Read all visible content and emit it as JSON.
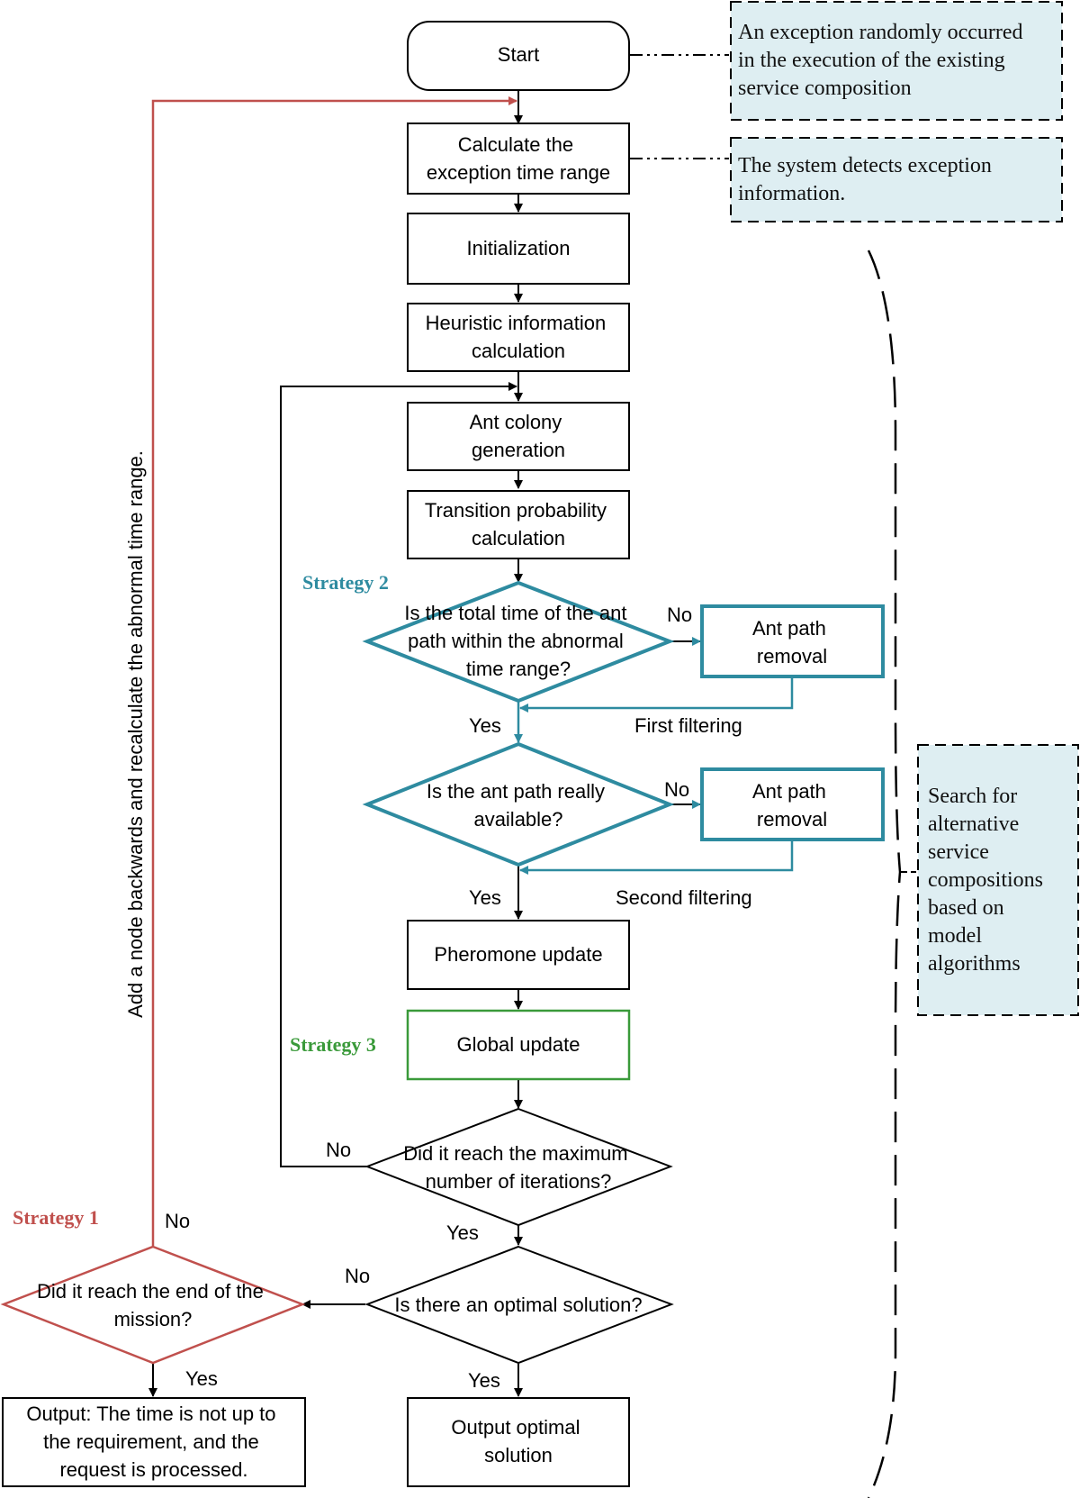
{
  "nodes": {
    "start": "Start",
    "calc_range": [
      "Calculate the",
      "exception time range"
    ],
    "init": "Initialization",
    "heuristic": [
      "Heuristic information",
      "calculation"
    ],
    "ant_gen": [
      "Ant colony",
      "generation"
    ],
    "transition": [
      "Transition probability",
      "calculation"
    ],
    "decision_total_time": [
      "Is the total time of the ant",
      "path within the abnormal",
      "time range?"
    ],
    "removal_1": [
      "Ant path",
      "removal"
    ],
    "decision_available": [
      "Is the ant path really",
      "available?"
    ],
    "removal_2": [
      "Ant path",
      "removal"
    ],
    "pheromone": "Pheromone update",
    "global": "Global update",
    "decision_max_iter": [
      "Did it reach the maximum",
      "number of iterations?"
    ],
    "decision_optimal": "Is there an optimal solution?",
    "decision_mission_end": [
      "Did it reach the end of the",
      "mission?"
    ],
    "output_optimal": [
      "Output optimal",
      "solution"
    ],
    "output_fail": [
      "Output: The time is not up to",
      "the requirement, and the",
      "request is processed."
    ]
  },
  "labels": {
    "yes": "Yes",
    "no": "No",
    "first_filtering": "First filtering",
    "second_filtering": "Second filtering",
    "loop_back": "Add a node backwards and recalculate the abnormal time range."
  },
  "strategies": {
    "s1": "Strategy 1",
    "s2": "Strategy 2",
    "s3": "Strategy 3"
  },
  "notes": {
    "exception": [
      "An exception randomly occurred",
      "in the execution of the existing",
      "service composition"
    ],
    "detect": [
      "The system detects exception",
      "information."
    ],
    "search": [
      "Search for",
      "alternative",
      "service",
      "compositions",
      "based on",
      "model",
      "algorithms"
    ]
  },
  "colors": {
    "strategy1": "#c0504d",
    "strategy2": "#2e8ba0",
    "strategy3": "#3a9a3a",
    "note_fill": "#deeef2"
  }
}
